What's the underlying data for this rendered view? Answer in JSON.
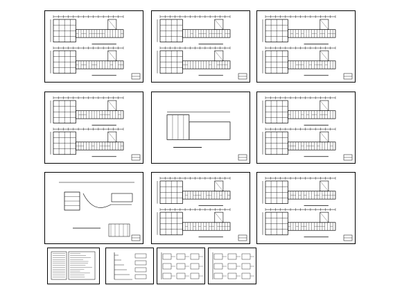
{
  "drawing_set": {
    "sheets_per_row": [
      3,
      3,
      3,
      4
    ],
    "sheets": [
      {
        "id": "sheet-01",
        "kind": "double-plan"
      },
      {
        "id": "sheet-02",
        "kind": "double-plan"
      },
      {
        "id": "sheet-03",
        "kind": "double-plan"
      },
      {
        "id": "sheet-04",
        "kind": "double-plan"
      },
      {
        "id": "sheet-05",
        "kind": "single-plan"
      },
      {
        "id": "sheet-06",
        "kind": "double-plan"
      },
      {
        "id": "sheet-07",
        "kind": "site-plan"
      },
      {
        "id": "sheet-08",
        "kind": "double-plan"
      },
      {
        "id": "sheet-09",
        "kind": "double-plan"
      },
      {
        "id": "sheet-10",
        "kind": "legend"
      },
      {
        "id": "sheet-11",
        "kind": "riser-diagram"
      },
      {
        "id": "sheet-12",
        "kind": "system-diagram"
      },
      {
        "id": "sheet-13",
        "kind": "system-diagram"
      }
    ],
    "colors": {
      "line": "#000000",
      "paper": "#ffffff",
      "accent": "#4a4a4a"
    }
  }
}
